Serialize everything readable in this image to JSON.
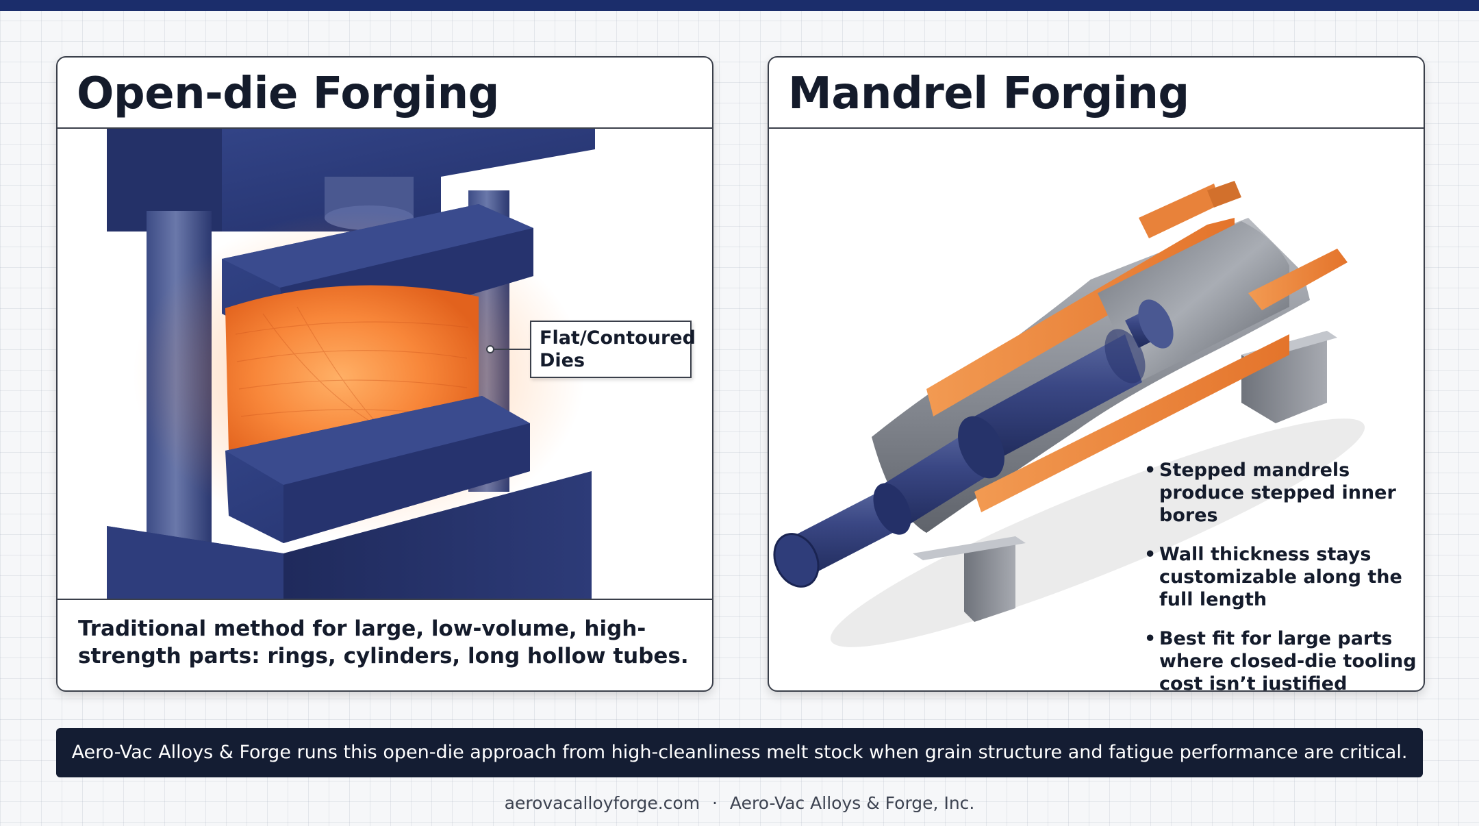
{
  "left_panel": {
    "title": "Open-die Forging",
    "callout_label": "Flat/Contoured Dies",
    "caption": "Traditional method for large, low-volume, high-strength parts: rings, cylinders, long hollow tubes."
  },
  "right_panel": {
    "title": "Mandrel Forging",
    "bullets": [
      "Stepped mandrels produce stepped inner bores",
      "Wall thickness stays customizable along the full length",
      "Best fit for large parts where closed-die tooling cost isn’t justified"
    ]
  },
  "banner_text": "Aero-Vac Alloys & Forge runs this open-die approach from high-cleanliness melt stock when grain structure and fatigue performance are critical.",
  "footer": {
    "site": "aerovacalloyforge.com",
    "separator": "·",
    "company": "Aero-Vac Alloys & Forge, Inc."
  },
  "colors": {
    "navy": "#2b3a7a",
    "hot_metal": "#f07a2a",
    "steel": "#8a8d93",
    "banner": "#141d33",
    "top_bar": "#1b2d6b"
  }
}
